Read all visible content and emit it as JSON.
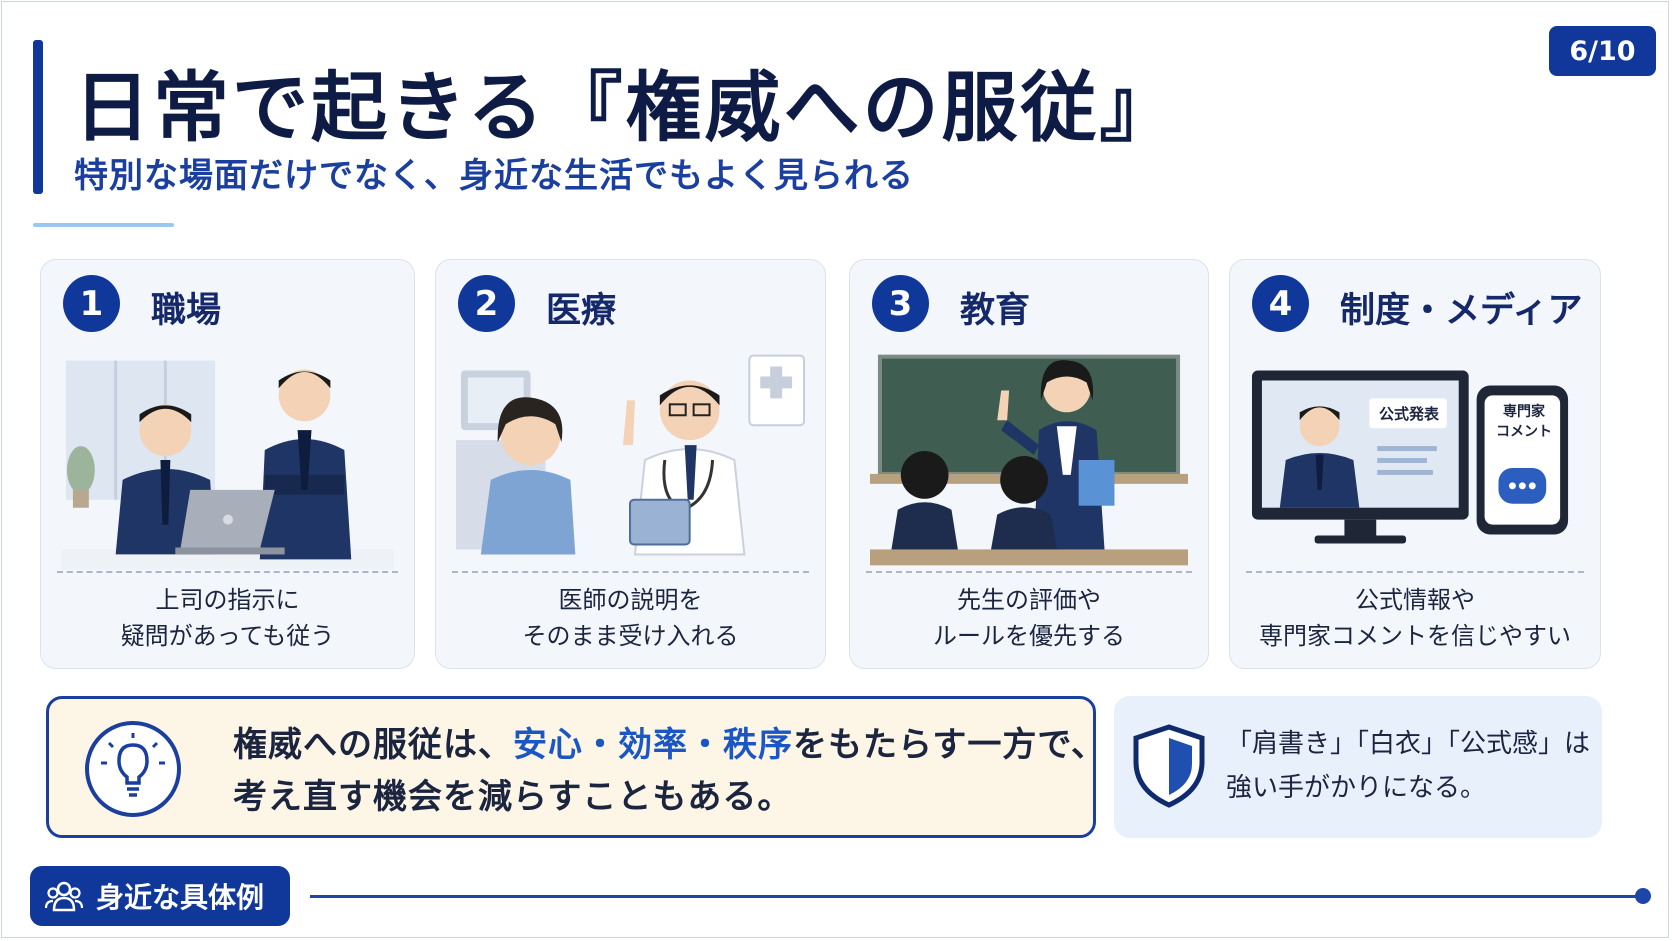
{
  "header": {
    "title": "日常で起きる『権威への服従』",
    "subtitle": "特別な場面だけでなく、身近な生活でもよく見られる",
    "page_indicator": "6/10"
  },
  "cards": [
    {
      "number": "1",
      "title": "職場",
      "caption_line1": "上司の指示に",
      "caption_line2": "疑問があっても従う"
    },
    {
      "number": "2",
      "title": "医療",
      "caption_line1": "医師の説明を",
      "caption_line2": "そのまま受け入れる"
    },
    {
      "number": "3",
      "title": "教育",
      "caption_line1": "先生の評価や",
      "caption_line2": "ルールを優先する"
    },
    {
      "number": "4",
      "title": "制度・メディア",
      "caption_line1": "公式情報や",
      "caption_line2": "専門家コメントを信じやすい",
      "tv_label": "公式発表",
      "phone_label_line1": "専門家",
      "phone_label_line2": "コメント"
    }
  ],
  "summary": {
    "line1_prefix": "権威への服従は、",
    "line1_highlight": "安心・効率・秩序",
    "line1_suffix": "をもたらす一方で、",
    "line2": "考え直す機会を減らすこともある。"
  },
  "note": {
    "line1": "「肩書き」「白衣」「公式感」は",
    "line2": "強い手がかりになる。"
  },
  "footer": {
    "tag_label": "身近な具体例"
  },
  "colors": {
    "primary": "#10379a",
    "highlight": "#1a56c4",
    "summary_bg": "#fdf6e6",
    "note_bg": "#e8f0fb"
  }
}
